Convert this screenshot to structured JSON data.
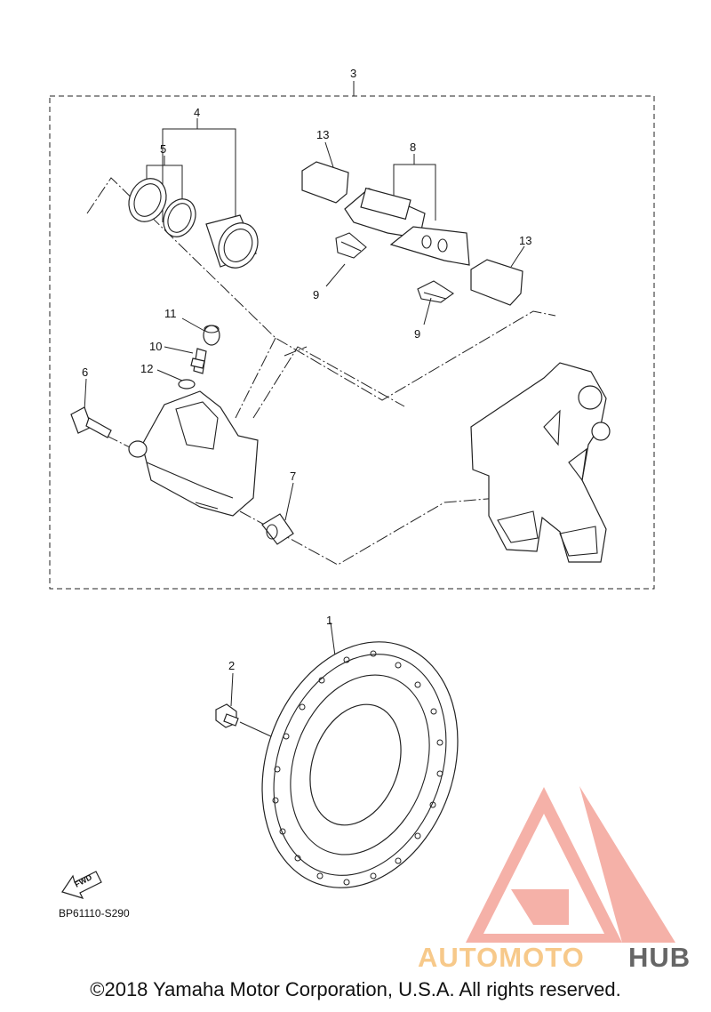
{
  "callouts": {
    "c1": "1",
    "c2": "2",
    "c3": "3",
    "c4": "4",
    "c5": "5",
    "c6": "6",
    "c7": "7",
    "c8": "8",
    "c9a": "9",
    "c9b": "9",
    "c10": "10",
    "c11": "11",
    "c12": "12",
    "c13a": "13",
    "c13b": "13"
  },
  "fwd_label": "FWD",
  "diagram_id": "BP61110-S290",
  "watermark": {
    "part1": "AUTOMOTO",
    "part2": "HUB",
    "color_primary": "#f4a49a",
    "color_secondary": "#f7c98a",
    "color_dark": "#555555"
  },
  "copyright": "©2018 Yamaha Motor Corporation, U.S.A. All rights reserved."
}
